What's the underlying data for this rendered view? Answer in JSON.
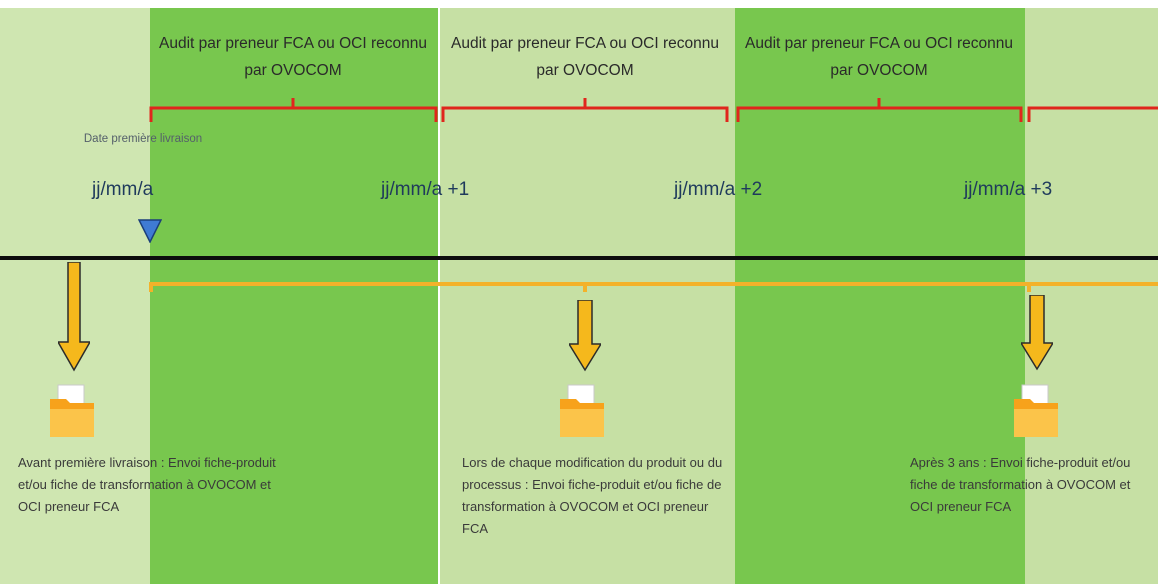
{
  "colors": {
    "band_light": "#c6e0a4",
    "band_dark": "#78c74e",
    "bracket_red": "#e0261c",
    "orange_line": "#f3b22a",
    "arrow_fill": "#f5b81c",
    "timeline": "#0d0d0d",
    "marker_blue": "#3f7bd3"
  },
  "audits": [
    {
      "label": "Audit par preneur FCA ou OCI reconnu par OVOCOM"
    },
    {
      "label": "Audit par preneur FCA ou OCI reconnu par OVOCOM"
    },
    {
      "label": "Audit par preneur FCA ou OCI reconnu par OVOCOM"
    }
  ],
  "first_delivery_label": "Date première livraison",
  "dates": [
    "jj/mm/a",
    "jj/mm/a +1",
    "jj/mm/a +2",
    "jj/mm/a +3"
  ],
  "events": [
    {
      "text": "Avant première livraison : Envoi fiche-produit et/ou fiche de transformation à OVOCOM et OCI preneur FCA",
      "icon": "folder-icon"
    },
    {
      "text": "Lors de chaque modification du produit ou du processus : Envoi fiche-produit et/ou fiche de transformation à OVOCOM et OCI preneur FCA",
      "icon": "folder-icon"
    },
    {
      "text": "Après 3 ans : Envoi fiche-produit et/ou fiche de transformation à OVOCOM et OCI preneur FCA",
      "icon": "folder-icon"
    }
  ]
}
